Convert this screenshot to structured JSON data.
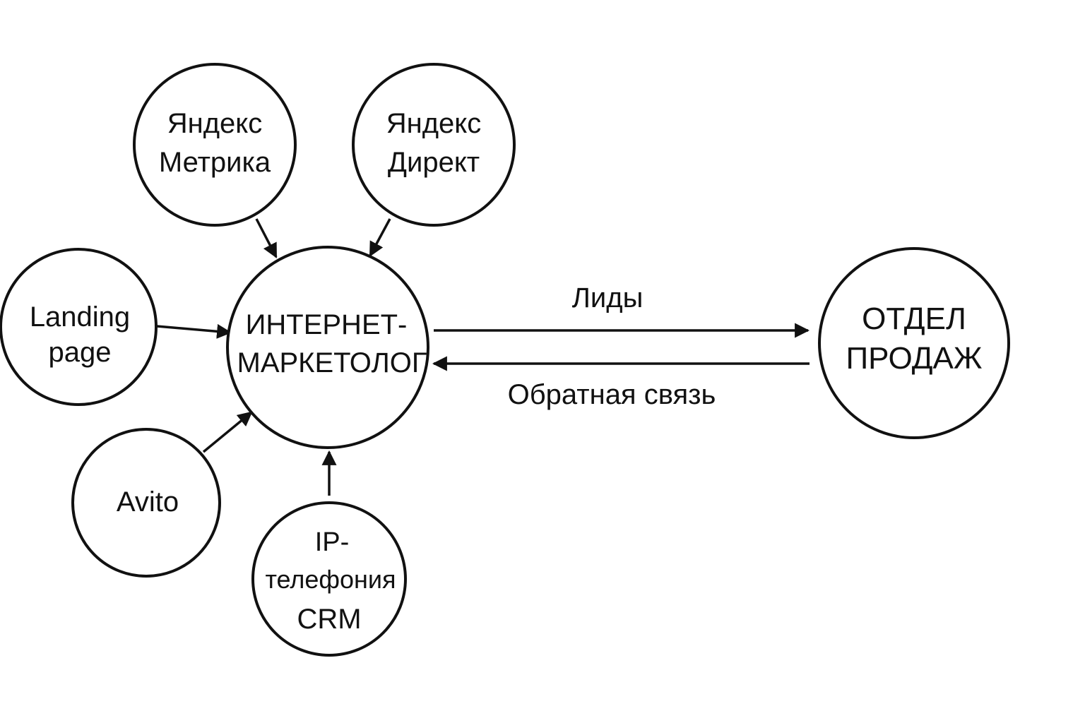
{
  "diagram": {
    "nodes": {
      "yandex_metrika": {
        "lines": [
          "Яндекс",
          "Метрика"
        ]
      },
      "yandex_direct": {
        "lines": [
          "Яндекс",
          "Директ"
        ]
      },
      "landing_page": {
        "lines": [
          "Landing",
          "page"
        ]
      },
      "marketer": {
        "lines": [
          "ИНТЕРНЕТ-",
          "МАРКЕТОЛОГ"
        ]
      },
      "avito": {
        "lines": [
          "Avito"
        ]
      },
      "ip_telephony": {
        "lines": [
          "IP-",
          "телефония",
          "CRM"
        ]
      },
      "sales_dept": {
        "lines": [
          "ОТДЕЛ",
          "ПРОДАЖ"
        ]
      }
    },
    "edges": {
      "leads": {
        "label": "Лиды"
      },
      "feedback": {
        "label": "Обратная связь"
      }
    },
    "colors": {
      "stroke": "#111111",
      "background": "#ffffff"
    }
  }
}
